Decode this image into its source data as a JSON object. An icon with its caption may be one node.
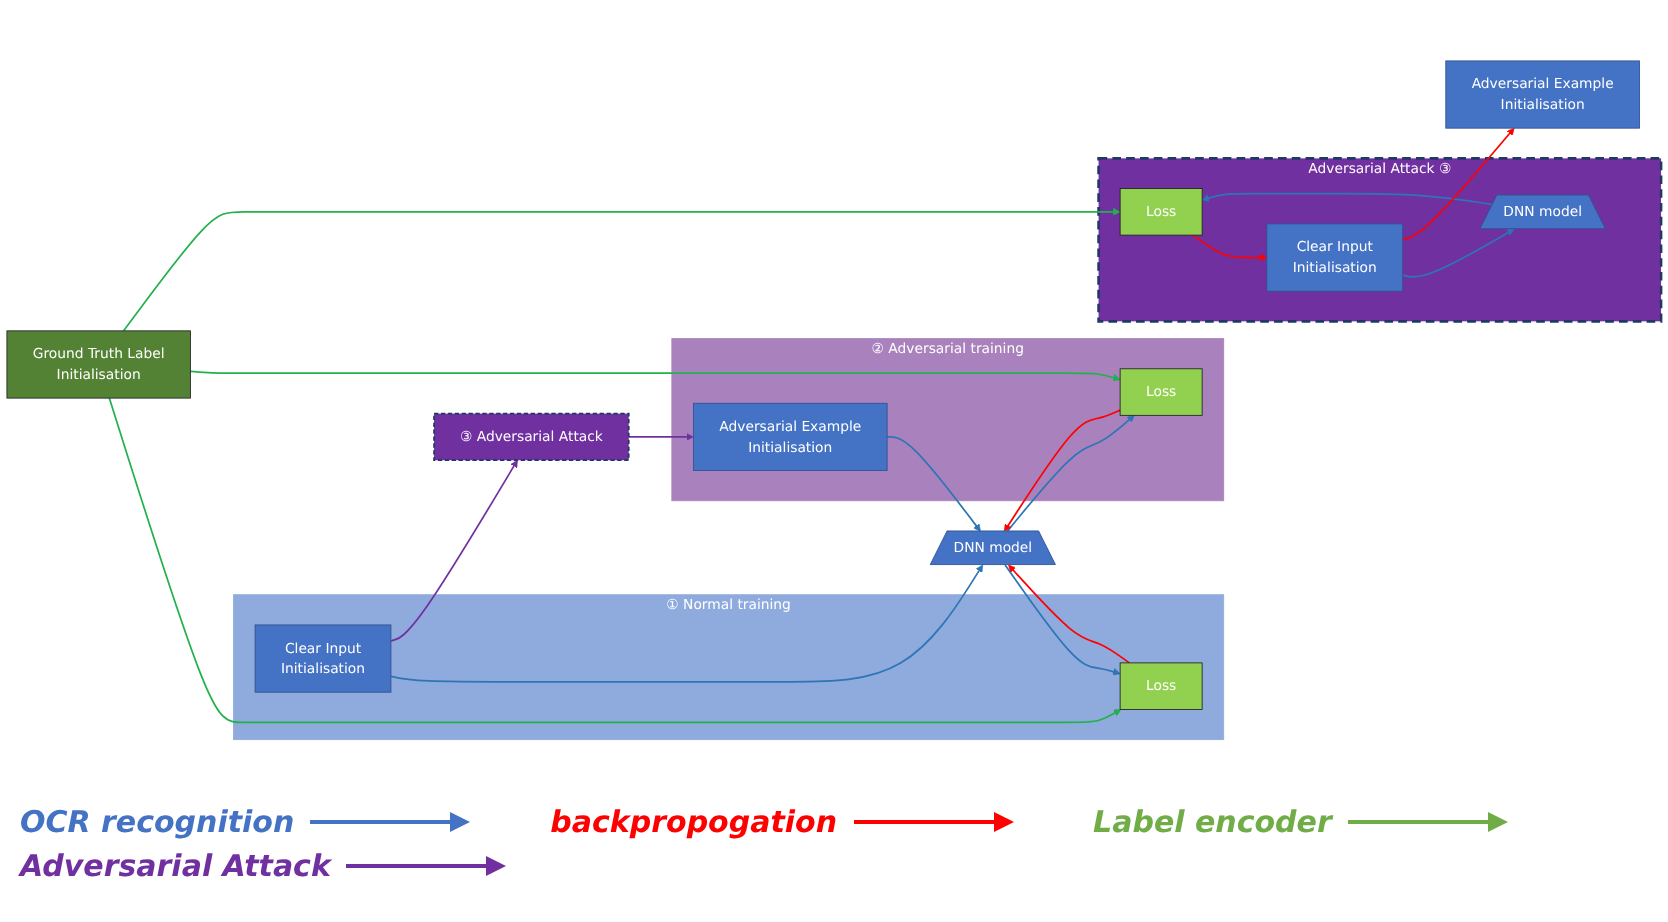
{
  "diagram": {
    "nodes": [
      {
        "text": [
          "① Normal training"
        ]
      },
      {
        "text": [
          "Clear Input",
          "Initialisation"
        ],
        "in": 0
      },
      {
        "text": [
          "③ Adversarial Attack"
        ]
      },
      {
        "text": [
          "② Adversarial training"
        ]
      },
      {
        "text": [
          "Adversarial Example",
          "Initialisation"
        ],
        "in": 3
      },
      {
        "text": [
          "DNN model"
        ]
      },
      {
        "text": [
          "Loss"
        ],
        "in": 0
      },
      {
        "text": [
          "Loss"
        ],
        "in": 3
      },
      {
        "text": [
          "Ground Truth Label",
          "Initialisation"
        ]
      },
      {
        "text": [
          "Adversarial Example",
          "Initialisation"
        ]
      },
      {
        "text": [
          "Adversarial Attack",
          "③"
        ]
      },
      {
        "text": [
          "Clear Input",
          "Initialisation"
        ],
        "in": 10
      },
      {
        "text": [
          "DNN model"
        ],
        "in": 10
      },
      {
        "text": [
          "Loss"
        ],
        "in": 10
      }
    ],
    "edges": [
      {
        "from": 1,
        "to": 5,
        "arrow": "to"
      },
      {
        "from": 1,
        "to": 2,
        "arrow": "to",
        "color": "#7030a0"
      },
      {
        "from": 2,
        "to": 4,
        "arrow": "to",
        "color": "#7030a0"
      },
      {
        "from": 4,
        "to": 5,
        "arrow": "to"
      },
      {
        "from": 5,
        "to": 6,
        "arrow": "to"
      },
      {
        "from": 5,
        "to": 7,
        "arrow": "to"
      },
      {
        "from": 6,
        "to": 5,
        "arrow": "to",
        "color": "#ff0000"
      },
      {
        "from": 7,
        "to": 5,
        "arrow": "to",
        "color": "#ff0000"
      },
      {
        "from": 8,
        "to": 6,
        "arrow": "to",
        "color": "#22b14c"
      },
      {
        "from": 8,
        "to": 7,
        "arrow": "to",
        "color": "#22b14c"
      },
      {
        "from": 8,
        "to": 13,
        "arrow": "to",
        "color": "#22b14c"
      },
      {
        "from": 11,
        "to": 12,
        "arrow": "to"
      },
      {
        "from": 12,
        "to": 13,
        "arrow": "to"
      },
      {
        "from": 13,
        "to": 11,
        "arrow": "to",
        "color": "#ff0000"
      },
      {
        "from": 11,
        "to": 9,
        "arrow": "to",
        "color": "#ff0000"
      }
    ],
    "legend": [
      {
        "text": "OCR recognition"
      },
      {
        "text": "backpropogation"
      },
      {
        "text": "Label encoder"
      },
      {
        "text": "Adversarial Attack"
      }
    ]
  }
}
